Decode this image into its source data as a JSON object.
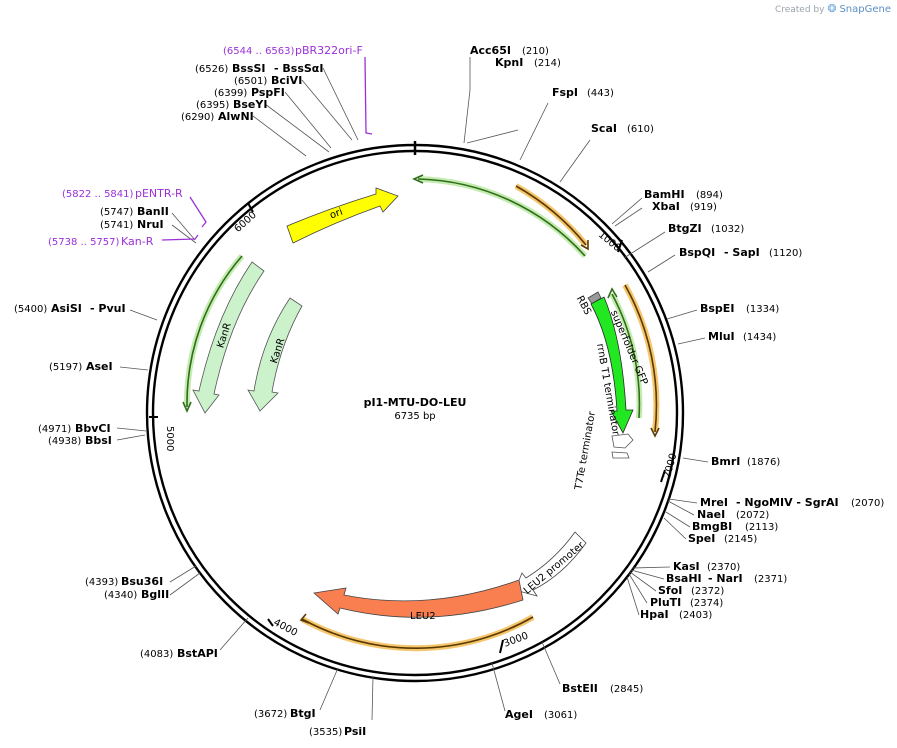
{
  "header": {
    "created_by": "Created by",
    "app_name": "SnapGene",
    "logo_icon": "snapgene-logo-icon"
  },
  "plasmid": {
    "name": "pI1-MTU-DO-LEU",
    "length_label": "6735 bp",
    "total_bp": 6735,
    "ticks": [
      {
        "bp": 1000,
        "label": "1000"
      },
      {
        "bp": 2000,
        "label": "2000"
      },
      {
        "bp": 3000,
        "label": "3000"
      },
      {
        "bp": 4000,
        "label": "4000"
      },
      {
        "bp": 5000,
        "label": "5000"
      },
      {
        "bp": 6000,
        "label": "6000"
      }
    ]
  },
  "enzymes": [
    {
      "name": "Acc65I",
      "pos": "(210)",
      "bp": 210
    },
    {
      "name": "KpnI",
      "pos": "(214)",
      "bp": 214
    },
    {
      "name": "FspI",
      "pos": "(443)",
      "bp": 443
    },
    {
      "name": "ScaI",
      "pos": "(610)",
      "bp": 610
    },
    {
      "name": "BamHI",
      "pos": "(894)",
      "bp": 894
    },
    {
      "name": "XbaI",
      "pos": "(919)",
      "bp": 919
    },
    {
      "name": "BtgZI",
      "pos": "(1032)",
      "bp": 1032
    },
    {
      "name": "BspQI",
      "extra": "- SapI",
      "pos": "(1120)",
      "bp": 1120
    },
    {
      "name": "BspEI",
      "pos": "(1334)",
      "bp": 1334
    },
    {
      "name": "MluI",
      "pos": "(1434)",
      "bp": 1434
    },
    {
      "name": "BmrI",
      "pos": "(1876)",
      "bp": 1876
    },
    {
      "name": "MreI",
      "extra": "- NgoMIV   - SgrAI",
      "pos": "(2070)",
      "bp": 2070
    },
    {
      "name": "NaeI",
      "pos": "(2072)",
      "bp": 2072
    },
    {
      "name": "BmgBI",
      "pos": "(2113)",
      "bp": 2113
    },
    {
      "name": "SpeI",
      "pos": "(2145)",
      "bp": 2145
    },
    {
      "name": "KasI",
      "pos": "(2370)",
      "bp": 2370
    },
    {
      "name": "BsaHI",
      "extra": "- NarI",
      "pos": "(2371)",
      "bp": 2371
    },
    {
      "name": "SfoI",
      "pos": "(2372)",
      "bp": 2372
    },
    {
      "name": "PluTI",
      "pos": "(2374)",
      "bp": 2374
    },
    {
      "name": "HpaI",
      "pos": "(2403)",
      "bp": 2403
    },
    {
      "name": "BstEII",
      "pos": "(2845)",
      "bp": 2845
    },
    {
      "name": "AgeI",
      "pos": "(3061)",
      "bp": 3061
    },
    {
      "name": "PsiI",
      "pos": "(3535)",
      "bp": 3535
    },
    {
      "name": "BtgI",
      "pos": "(3672)",
      "bp": 3672
    },
    {
      "name": "BstAPI",
      "pos": "(4083)",
      "bp": 4083
    },
    {
      "name": "BglII",
      "pos": "(4340)",
      "bp": 4340
    },
    {
      "name": "Bsu36I",
      "pos": "(4393)",
      "bp": 4393
    },
    {
      "name": "BbsI",
      "pos": "(4938)",
      "bp": 4938
    },
    {
      "name": "BbvCI",
      "pos": "(4971)",
      "bp": 4971
    },
    {
      "name": "AseI",
      "pos": "(5197)",
      "bp": 5197
    },
    {
      "name": "AsiSI",
      "extra": "- PvuI",
      "pos": "(5400)",
      "bp": 5400
    },
    {
      "name": "NruI",
      "pos": "(5741)",
      "bp": 5741
    },
    {
      "name": "BanII",
      "pos": "(5747)",
      "bp": 5747
    },
    {
      "name": "AlwNI",
      "pos": "(6290)",
      "bp": 6290
    },
    {
      "name": "BseYI",
      "pos": "(6395)",
      "bp": 6395
    },
    {
      "name": "PspFI",
      "pos": "(6399)",
      "bp": 6399
    },
    {
      "name": "BciVI",
      "pos": "(6501)",
      "bp": 6501
    },
    {
      "name": "BssSI",
      "extra": "- BssSαI",
      "pos": "(6526)",
      "bp": 6526
    }
  ],
  "primers": [
    {
      "name": "pBR322ori-F",
      "range": "(6544 .. 6563)",
      "start": 6544,
      "end": 6563
    },
    {
      "name": "pENTR-R",
      "range": "(5822 .. 5841)",
      "start": 5822,
      "end": 5841
    },
    {
      "name": "Kan-R",
      "range": "(5738 .. 5757)",
      "start": 5738,
      "end": 5757
    }
  ],
  "features": [
    {
      "label": "ori",
      "color": "#ffff00"
    },
    {
      "label": "KanR",
      "color": "#ccf2cc"
    },
    {
      "label": "KanR",
      "color": "#ccf2cc"
    },
    {
      "label": "RBS",
      "color": "#999999"
    },
    {
      "label": "superfolder GFP",
      "color": "#22e822"
    },
    {
      "label": "rrnB T1 terminator",
      "color": "#ffffff"
    },
    {
      "label": "T7Te terminator",
      "color": "#ffffff"
    },
    {
      "label": "LEU2 promoter",
      "color": "#ffffff"
    },
    {
      "label": "LEU2",
      "color": "#fa7f50"
    }
  ],
  "colors": {
    "backbone": "#000000",
    "primer": "#9b30d9",
    "orf_orange": "#f5c66e",
    "orf_green": "#c5ecb0"
  }
}
